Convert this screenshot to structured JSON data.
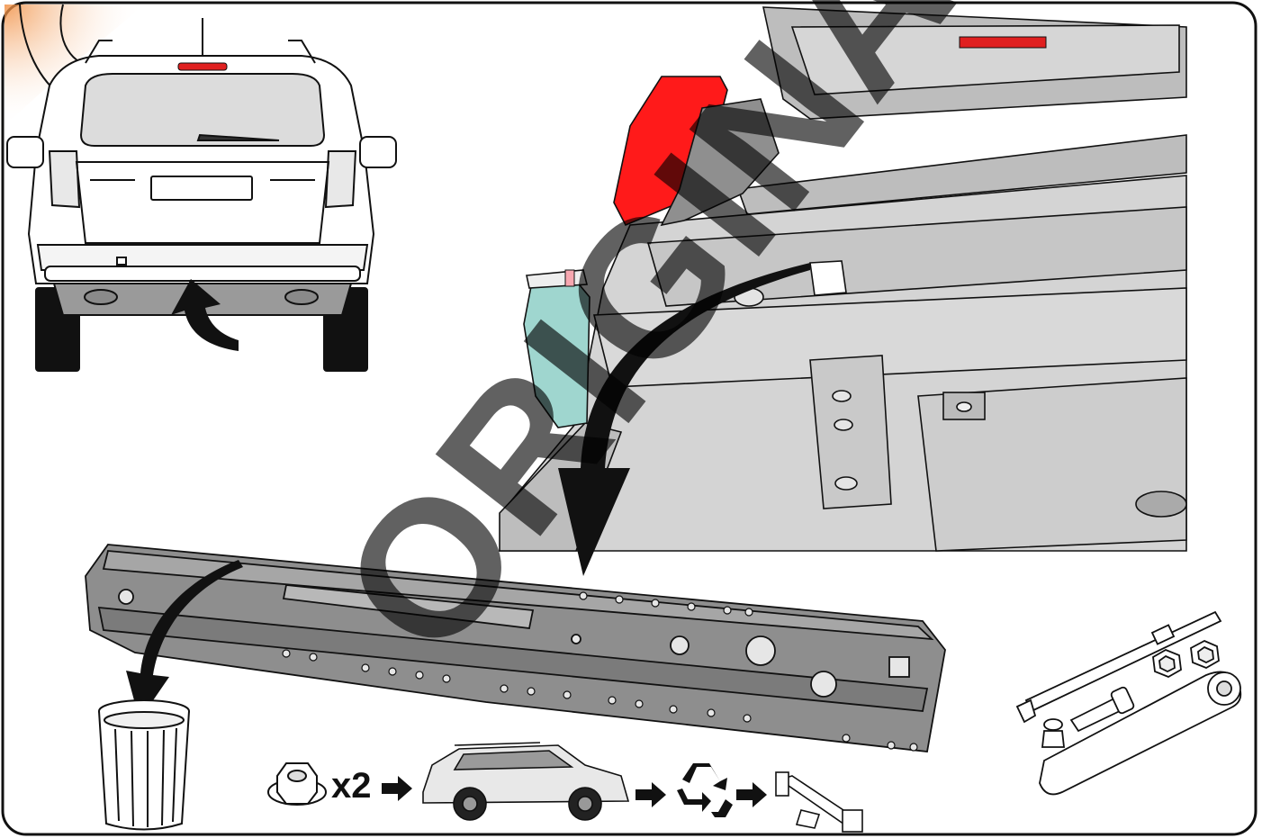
{
  "steps": {
    "bolt_quantity": "x2"
  },
  "watermark": {
    "text": "ORIGINAL"
  },
  "colors": {
    "taillight_red": "#ff1a1a",
    "brake_light_red": "#e02020",
    "coolant_tank": "#9fd6cf",
    "corner_accent": "#f5a055",
    "panel_gray": "#c8c8c8",
    "dark_gray": "#8f8f8f",
    "outline": "#1a1a1a"
  },
  "icons": [
    "vehicle-rear-icon",
    "trunk-floor-diagram",
    "crossmember-bar",
    "trash-bin-icon",
    "flange-nut-icon",
    "suv-side-icon",
    "recycle-icon",
    "tow-hitch-icon",
    "tool-set-icon",
    "arrow-icon"
  ]
}
